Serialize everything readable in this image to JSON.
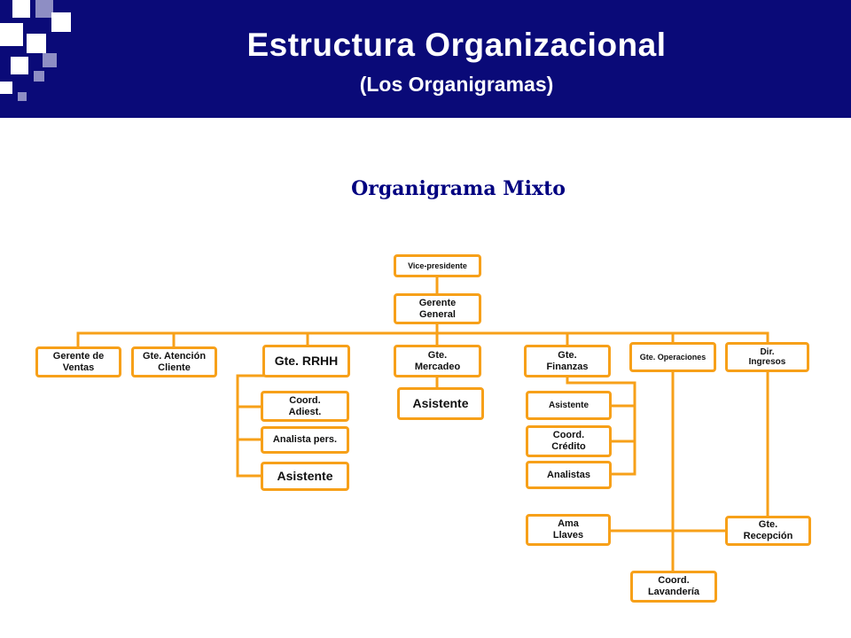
{
  "header": {
    "title": "Estructura Organizacional",
    "subtitle": "(Los Organigramas)",
    "background": "#0a0a78"
  },
  "diagram": {
    "title": "Organigrama Mixto",
    "line_color": "#f7a019",
    "nodes": {
      "vicepresidente": "Vice-presidente",
      "gerente_general": "Gerente\nGeneral",
      "gerente_ventas": "Gerente de\nVentas",
      "gte_atencion": "Gte. Atención\nCliente",
      "gte_rrhh": "Gte. RRHH",
      "coord_adiest": "Coord.\nAdiest.",
      "analista_pers": "Analista pers.",
      "asistente_rrhh": "Asistente",
      "gte_mercadeo": "Gte.\nMercadeo",
      "asistente_mercadeo": "Asistente",
      "gte_finanzas": "Gte.\nFinanzas",
      "asistente_finanzas": "Asistente",
      "coord_credito": "Coord.\nCrédito",
      "analistas": "Analistas",
      "gte_operaciones": "Gte. Operaciones",
      "ama_llaves": "Ama\nLlaves",
      "coord_lavanderia": "Coord.\nLavandería",
      "dir_ingresos": "Dir.\nIngresos",
      "gte_recepcion": "Gte.\nRecepción"
    }
  }
}
